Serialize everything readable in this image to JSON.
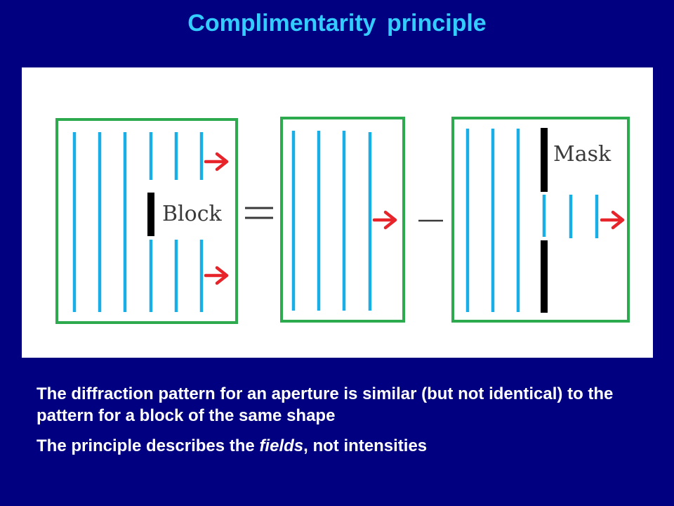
{
  "slide": {
    "title": "Complimentarity principle"
  },
  "diagram": {
    "block_label": "Block",
    "mask_label": "Mask",
    "equals_sign": "=",
    "minus_sign": "—",
    "colors": {
      "wavefront": "#1AAEE6",
      "frame": "#2EAA4E",
      "arrow": "#E8242B",
      "obstacle": "#000000",
      "background": "#FFFFFF"
    },
    "icons": [
      "right-arrow-icon"
    ]
  },
  "caption": {
    "line1": "The diffraction pattern for an aperture is similar (but not identical) to the pattern for a block of the same shape",
    "line2_prefix": "The principle describes the ",
    "line2_emph": "fields",
    "line2_suffix": ", not intensities"
  },
  "colors": {
    "slide_background": "#000080",
    "title": "#33CCFF",
    "body_text": "#FFFFFF"
  }
}
